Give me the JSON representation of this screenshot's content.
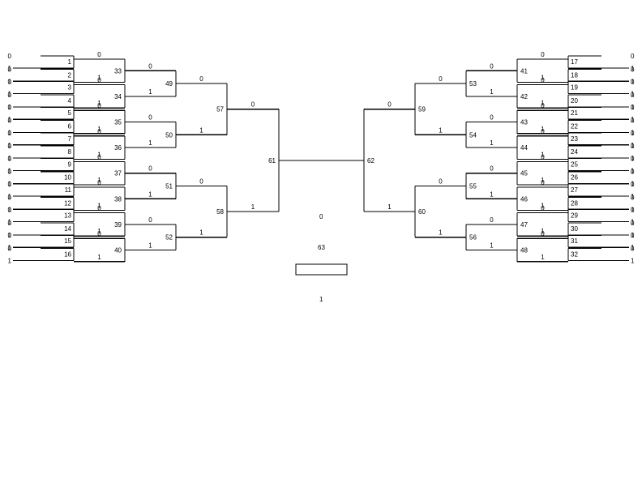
{
  "diagram": {
    "type": "tournament-bracket",
    "final_game": "63",
    "final_labels": [
      "0",
      "1"
    ],
    "left": {
      "seeds": [
        "1",
        "2",
        "3",
        "4",
        "5",
        "6",
        "7",
        "8",
        "9",
        "10",
        "11",
        "12",
        "13",
        "14",
        "15",
        "16"
      ],
      "round2": [
        "33",
        "34",
        "35",
        "36",
        "37",
        "38",
        "39",
        "40"
      ],
      "round3": [
        "49",
        "50",
        "51",
        "52"
      ],
      "round4": [
        "57",
        "58"
      ],
      "semifinal": "61"
    },
    "right": {
      "seeds": [
        "17",
        "18",
        "19",
        "20",
        "21",
        "22",
        "23",
        "24",
        "25",
        "26",
        "27",
        "28",
        "29",
        "30",
        "31",
        "32"
      ],
      "round2": [
        "41",
        "42",
        "43",
        "44",
        "45",
        "46",
        "47",
        "48"
      ],
      "round3": [
        "53",
        "54",
        "55",
        "56"
      ],
      "round4": [
        "59",
        "60"
      ],
      "semifinal": "62"
    },
    "branch_labels": [
      "0",
      "1"
    ]
  }
}
